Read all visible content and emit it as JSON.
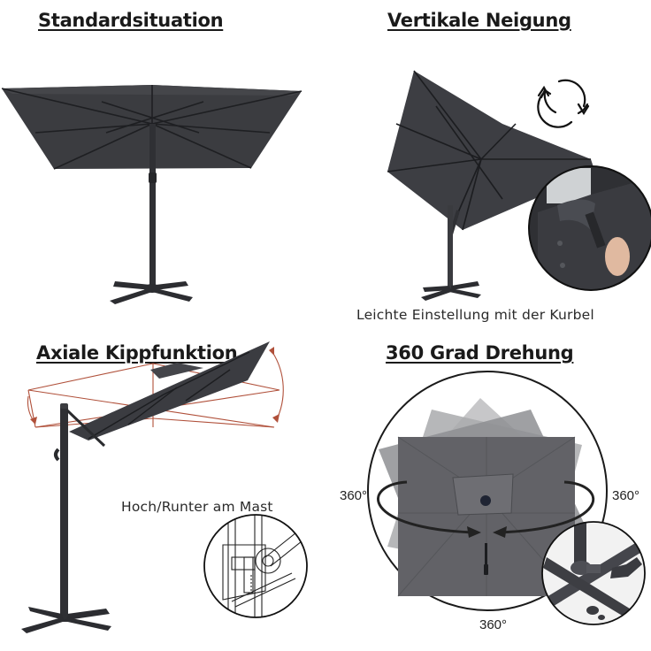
{
  "colors": {
    "canopy_dark": "#3b3c40",
    "canopy_mid": "#4a4b50",
    "canopy_gray": "#626266",
    "frame": "#2c2d31",
    "tilt_guides": "#b0503a",
    "text": "#1a1a1a",
    "background": "#ffffff"
  },
  "panels": [
    {
      "id": "standard",
      "heading": "Standardsituation",
      "illustration": "parasol-upright"
    },
    {
      "id": "vertical-tilt",
      "heading": "Vertikale Neigung",
      "caption": "Leichte Einstellung mit der Kurbel",
      "icons": [
        "rotate-arrows-icon",
        "crank-handle-closeup"
      ]
    },
    {
      "id": "axial-tilt",
      "heading": "Axiale Kippfunktion",
      "caption": "Hoch/Runter am Mast",
      "icons": [
        "tilt-arc-arrows",
        "mast-mechanism-closeup"
      ]
    },
    {
      "id": "rotation",
      "heading": "360 Grad Drehung",
      "degree_labels": {
        "left": "360°",
        "right": "360°",
        "bottom": "360°"
      },
      "icons": [
        "rotation-arrow-icon",
        "base-foot-pedal-closeup"
      ]
    }
  ]
}
